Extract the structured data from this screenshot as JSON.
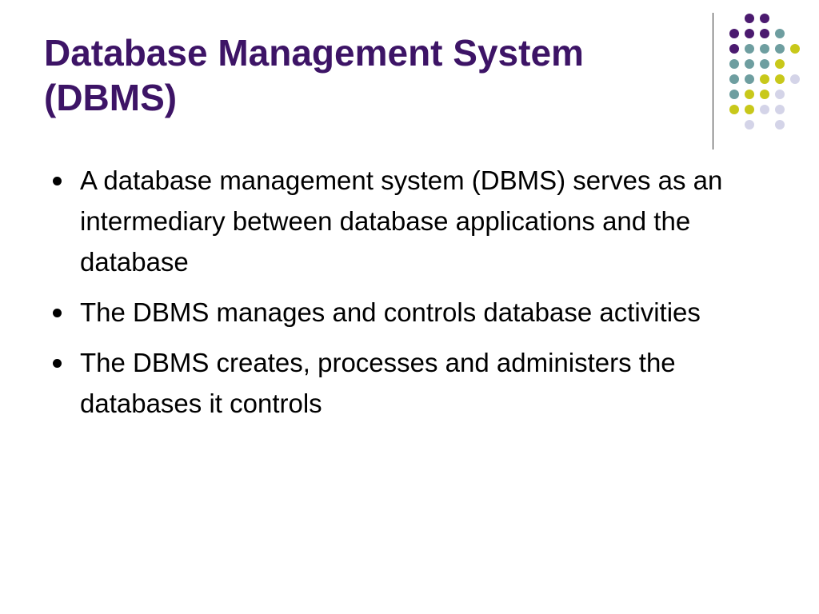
{
  "slide": {
    "title_line1": "Database Management System",
    "title_line2": "(DBMS)",
    "bullets": [
      "A database management system (DBMS) serves as an intermediary between database applications and the database",
      "The DBMS manages and controls database activities",
      "The DBMS creates, processes and administers the databases it controls"
    ]
  },
  "theme": {
    "title_color": "#3d1466",
    "dot_colors": {
      "purple": "#4b1a6f",
      "teal": "#6e9ea0",
      "yellow": "#c8c81a",
      "lavender": "#d4d4e8"
    }
  }
}
